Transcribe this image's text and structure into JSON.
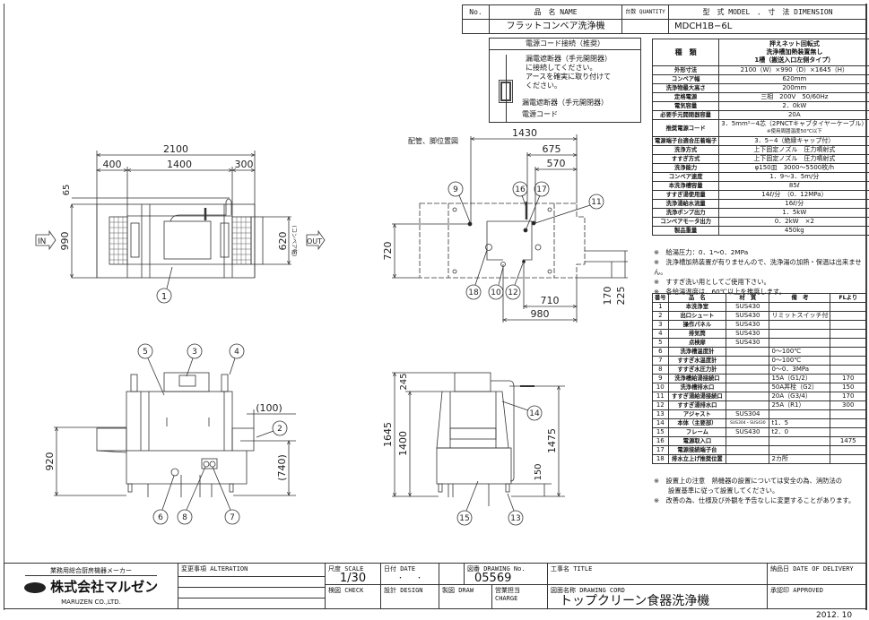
{
  "header": {
    "no_label": "No.",
    "name_label": "品　名 NAME",
    "quantity_label": "台数 QUANTITY",
    "model_label": "型　式 MODEL　．　寸　法 DIMENSION",
    "name_value": "フラットコンベア洗浄機",
    "model_value": "MDCH1B−6L"
  },
  "power_cord": {
    "title": "電源コード接続（推奨）",
    "instructions": [
      "漏電遮断器（手元開閉器）",
      "に接続してください。",
      "アースを確実に取り付けて",
      "ください。"
    ],
    "breaker_label": "漏電遮断器（手元開閉器）",
    "cord_label": "電源コード"
  },
  "specs": {
    "type_label": "種　類",
    "type_value": [
      "押えネット回転式",
      "洗浄槽加熱装置無し",
      "1槽（搬送入口左側タイプ）"
    ],
    "rows": [
      {
        "label": "外形寸法",
        "value": "2100（W）×990（D）×1645（H）"
      },
      {
        "label": "コンベア幅",
        "value": "620mm"
      },
      {
        "label": "洗浄物最大高さ",
        "value": "200mm"
      },
      {
        "label": "定格電源",
        "value": "三相　200V　50/60Hz"
      },
      {
        "label": "電気容量",
        "value": "2．0kW"
      },
      {
        "label": "必要手元開閉器容量",
        "value": "20A"
      },
      {
        "label": "推奨電源コード",
        "value": "3．5mm²−4芯（2PNCTキャブタイヤーケーブル）",
        "note": "※使用周囲温度50℃以下"
      },
      {
        "label": "電源端子台適合圧着端子",
        "value": "3．5−4（絶縁キャップ付）"
      },
      {
        "label": "洗浄方式",
        "value": "上下固定ノズル　圧力噴射式"
      },
      {
        "label": "すすぎ方式",
        "value": "上下固定ノズル　圧力噴射式"
      },
      {
        "label": "洗浄能力",
        "value": "φ150皿　3000〜5500枚/h"
      },
      {
        "label": "コンベア速度",
        "value": "1．9〜3．5m/分"
      },
      {
        "label": "本洗浄槽容量",
        "value": "85ℓ"
      },
      {
        "label": "すすぎ湯使用量",
        "value": "14ℓ/分　（0．12MPa）"
      },
      {
        "label": "洗浄湯給水流量",
        "value": "16ℓ/分"
      },
      {
        "label": "洗浄ポンプ出力",
        "value": "1．5kW"
      },
      {
        "label": "コンベアモータ出力",
        "value": "0．2kW　×2"
      },
      {
        "label": "製品重量",
        "value": "450kg"
      }
    ],
    "notes": [
      "※　給湯圧力：0．1〜0．2MPa",
      "※　洗浄槽加熱装置が有りませんので、洗浄湯の加熱・保温は出来ません。",
      "※　すすぎ洗い用としてご使用下さい。",
      "※　各給湯温度は、60℃以上を推奨します。"
    ]
  },
  "parts": {
    "headers": [
      "番号",
      "品　名",
      "材　質",
      "備　考",
      "FLより"
    ],
    "rows": [
      [
        "1",
        "本洗浄室",
        "SUS430",
        "",
        ""
      ],
      [
        "2",
        "出口シュート",
        "SUS430",
        "リミットスイッチ付",
        ""
      ],
      [
        "3",
        "操作パネル",
        "SUS430",
        "",
        ""
      ],
      [
        "4",
        "排気筒",
        "SUS430",
        "",
        ""
      ],
      [
        "5",
        "点検扉",
        "SUS430",
        "",
        ""
      ],
      [
        "6",
        "洗浄槽温度計",
        "",
        "0〜100℃",
        ""
      ],
      [
        "7",
        "すすぎ水温度計",
        "",
        "0〜100℃",
        ""
      ],
      [
        "8",
        "すすぎ水圧力計",
        "",
        "0〜0．3MPa",
        ""
      ],
      [
        "9",
        "洗浄槽給湯接続口",
        "",
        "15A（G1/2）",
        "170"
      ],
      [
        "10",
        "洗浄槽排水口",
        "",
        "50A丼栓（G2）",
        "150"
      ],
      [
        "11",
        "すすぎ湯給湯接続口",
        "",
        "20A（G3/4）",
        "170"
      ],
      [
        "12",
        "すすぎ湯排水口",
        "",
        "25A（R1）",
        "300"
      ],
      [
        "13",
        "アジャスト",
        "SUS304",
        "",
        ""
      ],
      [
        "14",
        "本体（主要部）",
        "SUS304・SUS430",
        "t1．5",
        ""
      ],
      [
        "15",
        "フレーム",
        "SUS430",
        "t2．0",
        ""
      ],
      [
        "16",
        "電源取入口",
        "",
        "",
        "1475"
      ],
      [
        "17",
        "電源接続端子台",
        "",
        "",
        ""
      ],
      [
        "18",
        "排水立上げ推奨位置",
        "",
        "2カ所",
        ""
      ]
    ],
    "notes": [
      "※　設置上の注意　熱機器の設置については安全の為、消防法の",
      "設置基準に従って設置してください。",
      "※　改善の為、仕様及び外観を予告なしに変更することがあります。"
    ]
  },
  "drawings": {
    "top_view": {
      "dims": [
        "2100",
        "400",
        "1400",
        "300",
        "65",
        "990",
        "620"
      ],
      "conveyor_label": "(コンベア幅)",
      "in_label": "IN",
      "out_label": "OUT",
      "balloons": [
        "1"
      ]
    },
    "plan_view": {
      "title": "配管、脚位置図",
      "dims": [
        "1430",
        "675",
        "570",
        "720",
        "710",
        "980",
        "170",
        "225"
      ],
      "balloons": [
        "9",
        "16",
        "17",
        "11",
        "18",
        "10",
        "12"
      ]
    },
    "front_view": {
      "dims": [
        "920",
        "(740)",
        "(100)"
      ],
      "balloons": [
        "5",
        "3",
        "4",
        "2",
        "6",
        "8",
        "7"
      ]
    },
    "side_view": {
      "dims": [
        "1645",
        "1400",
        "245",
        "1475",
        "150"
      ],
      "balloons": [
        "14",
        "15",
        "13"
      ]
    }
  },
  "title_block": {
    "maker_tagline": "業務用総合厨房機器メーカー",
    "company_jp": "株式会社マルゼン",
    "company_en": "MARUZEN CO.,LTD.",
    "alteration_label": "変更事項 ALTERATION",
    "scale_label": "尺度 SCALE",
    "scale_value": "1/30",
    "date_label": "日付 DATE",
    "date_value": "・　　・",
    "drawing_no_label": "図番 DRAWING No.",
    "drawing_no_value": "05569",
    "title_label": "工事名 TITLE",
    "delivery_label": "納品日 DATE OF DELIVERY",
    "check_label": "検図 CHECK",
    "design_label": "設計 DESIGN",
    "draw_label": "製図 DRAW",
    "charge_label": "営業担当 CHARGE",
    "drawing_cord_label": "図面名称 DRAWING CORD",
    "drawing_cord_value": "トップクリーン食器洗浄機",
    "approved_label": "承認印 APPROVED"
  },
  "date_stamp": "2012. 10"
}
